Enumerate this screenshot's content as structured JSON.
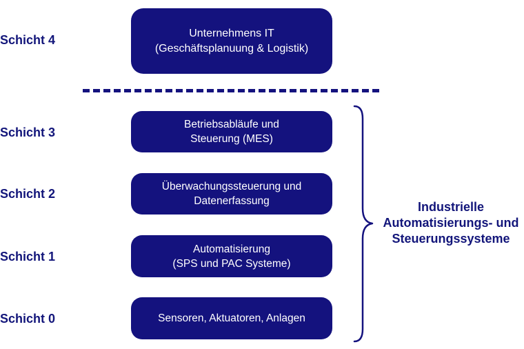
{
  "layers": [
    {
      "label": "Schicht 4",
      "line1": "Unternehmens IT",
      "line2": "(Geschäftsplanuung & Logistik)"
    },
    {
      "label": "Schicht 3",
      "line1": "Betriebsabläufe und",
      "line2": "Steuerung (MES)"
    },
    {
      "label": "Schicht 2",
      "line1": "Überwachungssteuerung und",
      "line2": "Datenerfassung"
    },
    {
      "label": "Schicht 1",
      "line1": "Automatisierung",
      "line2": "(SPS und PAC Systeme)"
    },
    {
      "label": "Schicht 0",
      "line1": "Sensoren, Aktuatoren, Anlagen",
      "line2": ""
    }
  ],
  "group": {
    "line1": "Industrielle",
    "line2": "Automatisierungs- und",
    "line3": "Steuerungssysteme"
  },
  "colors": {
    "box_fill": "#14127e",
    "label_text": "#12157a",
    "box_text": "#ffffff"
  }
}
